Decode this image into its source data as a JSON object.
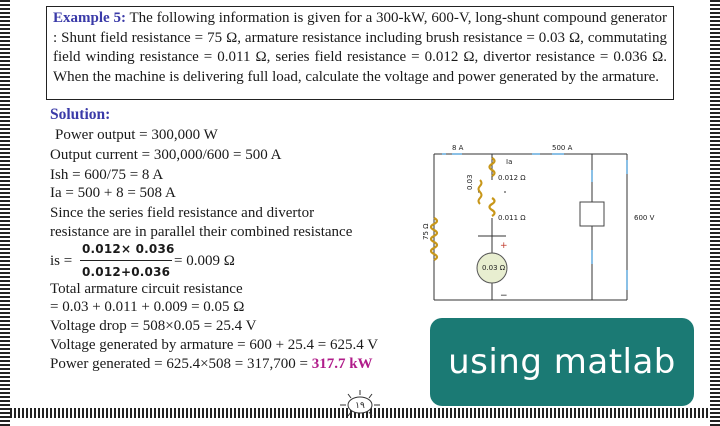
{
  "example": {
    "label": "Example 5:",
    "text": "The following information is given for a 300-kW, 600-V, long-shunt compound generator : Shunt field resistance = 75 Ω, armature resistance including brush resistance = 0.03 Ω, commutating field winding resistance = 0.011 Ω, series field resistance = 0.012 Ω, divertor resistance = 0.036 Ω. When the machine is delivering full load, calculate the voltage and power generated by the armature."
  },
  "solution": {
    "heading": "Solution:",
    "lines": [
      "Power output = 300,000 W",
      "Output current = 300,000/600 = 500 A",
      "Ish = 600/75 = 8 A",
      "Ia = 500 + 8 = 508 A",
      "Since the series field resistance and divertor",
      "resistance are in parallel their combined resistance"
    ],
    "frac_num": "0.012× 0.036",
    "frac_den": "0.012+0.036",
    "frac_prefix": "is =",
    "frac_result": "= 0.009 Ω",
    "lines2": [
      "Total armature circuit resistance",
      "= 0.03 + 0.011 + 0.009 = 0.05 Ω",
      "Voltage drop = 508×0.05 = 25.4 V",
      "Voltage generated by armature = 600 + 25.4 = 625.4 V"
    ],
    "power_prefix": "Power generated = 625.4×508 = 317,700 =",
    "power_result": "317.7 kW"
  },
  "circuit": {
    "label_8a": "8 A",
    "label_500a": "500 A",
    "label_ia": "Ia",
    "label_003_side": "0.03",
    "label_0012": "0.012 Ω",
    "label_0011": "0.011 Ω",
    "label_75": "75 Ω",
    "label_armature": "0.03 Ω",
    "label_600v": "600 V",
    "plus": "+",
    "minus": "−"
  },
  "overlay": {
    "text": "using matlab",
    "color": "#1b7a74"
  },
  "page_number": "١٩"
}
